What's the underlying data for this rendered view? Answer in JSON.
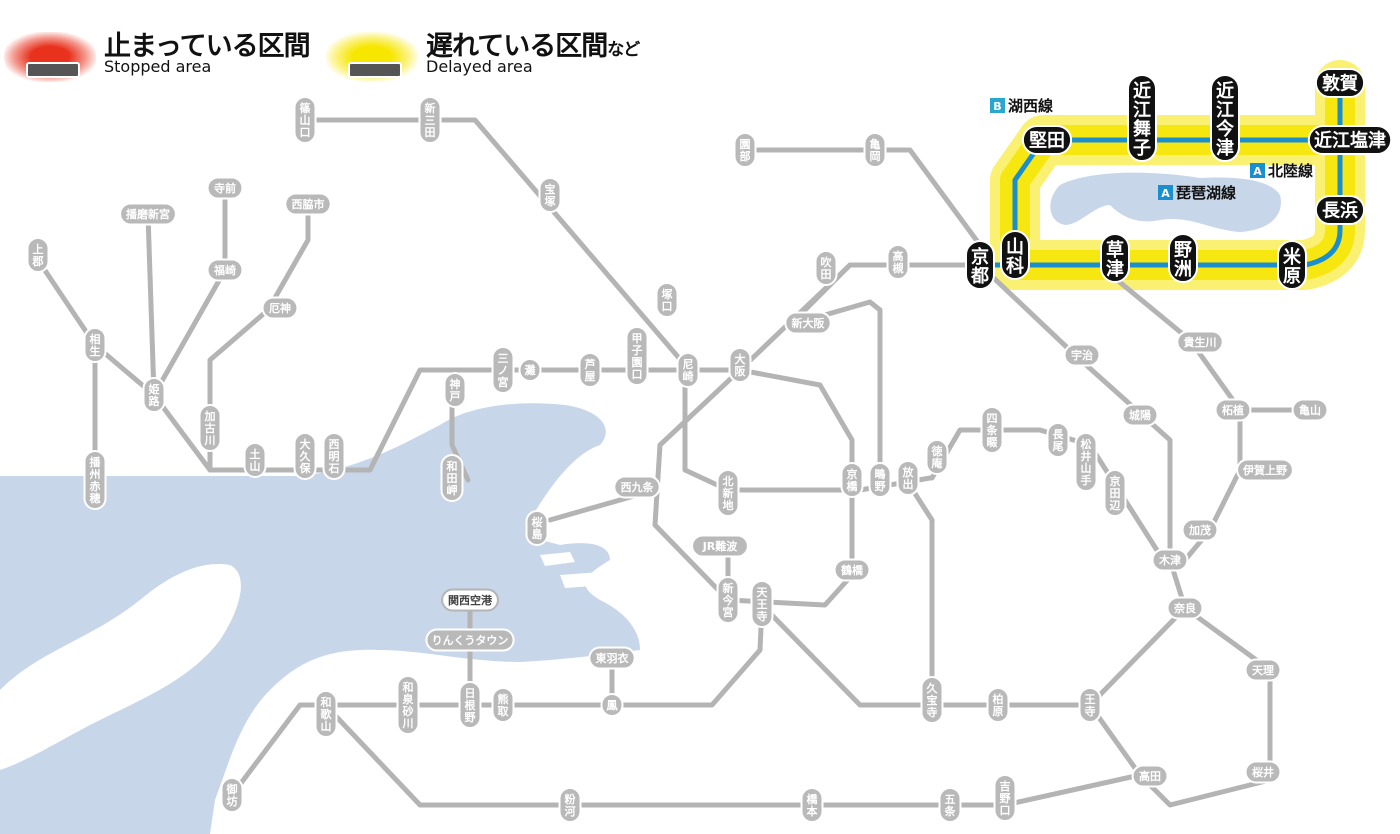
{
  "legend": {
    "stopped": {
      "ja": "止まっている区間",
      "en": "Stopped area",
      "color": "#e8321e"
    },
    "delayed": {
      "ja": "遅れている区間",
      "ja_suffix": "など",
      "en": "Delayed area",
      "color": "#f7e600"
    }
  },
  "line_labels": {
    "kosei": {
      "badge": "B",
      "name": "湖西線"
    },
    "hokuriku": {
      "badge": "A",
      "name": "北陸線"
    },
    "biwako": {
      "badge": "A",
      "name": "琵琶湖線"
    }
  },
  "colors": {
    "line_active": "#1a8fd0",
    "line_inactive": "#b4b4b4",
    "water": "#c8d6ea",
    "delay_glow": "#f7e600",
    "station_dark": "#111111"
  },
  "stations": {
    "sasayamaguchi": "篠山口",
    "shinsanda": "新三田",
    "takarazuka": "宝塚",
    "sonobe": "園部",
    "kameoka": "亀岡",
    "teramae": "寺前",
    "harimashinguu": "播磨新宮",
    "nishiwakishi": "西脇市",
    "kamigori": "上郡",
    "fukusaki": "福崎",
    "yakujin": "厄神",
    "aioi": "相生",
    "himeji": "姫路",
    "kakogawa": "加古川",
    "tsuchiyama": "土山",
    "okubo": "大久保",
    "nishiakashi": "西明石",
    "kobe": "神戸",
    "sannomiya": "三ノ宮",
    "nada": "灘",
    "ashiya": "芦屋",
    "koshienguchi": "甲子園口",
    "amagasaki": "尼崎",
    "tsukaguchi": "塚口",
    "osaka": "大阪",
    "shinosaka": "新大阪",
    "suita": "吹田",
    "takatsuki": "高槻",
    "banshuako": "播州赤穂",
    "wadamisaki": "和田岬",
    "nishikujo": "西九条",
    "sakurajima": "桜島",
    "kitashinchi": "北新地",
    "kyobashi": "京橋",
    "shigino": "鴫野",
    "hanaten": "放出",
    "tsurumibashi": "鶴橋",
    "jrnamba": "JR難波",
    "shinimamiya": "新今宮",
    "tennoji": "天王寺",
    "kansaiairport": "関西空港",
    "rinkutown": "りんくうタウン",
    "higashihagoromo": "東羽衣",
    "otori": "鳳",
    "wakayama": "和歌山",
    "izumisunagawa": "和泉砂川",
    "hinenoe": "日根野",
    "kumatori": "熊取",
    "gobo": "御坊",
    "kokawa": "粉河",
    "hashimoto": "橋本",
    "gojo": "五条",
    "yoshinoguchi": "吉野口",
    "takada": "高田",
    "oji": "王寺",
    "kashiwara": "柏原",
    "kyuhoji": "久宝寺",
    "tokuan": "徳庵",
    "shijonawate": "四条畷",
    "nagao": "長尾",
    "matsuiyamate": "松井山手",
    "kyotanabe": "京田辺",
    "kizu": "木津",
    "nara": "奈良",
    "tenri": "天理",
    "sakurai": "桜井",
    "uji": "宇治",
    "joyo": "城陽",
    "kibukawa": "貴生川",
    "tsuge": "柘植",
    "kameyama": "亀山",
    "igaueno": "伊賀上野",
    "kamo": "加茂",
    "kyoto": "京都",
    "yamashina": "山科",
    "kusatsu": "草津",
    "yasu": "野洲",
    "maibara": "米原",
    "nagahama": "長浜",
    "tsuruga": "敦賀",
    "omishiotsu": "近江塩津",
    "omiimazu": "近江今津",
    "omimaiko": "近江舞子",
    "katata": "堅田"
  }
}
